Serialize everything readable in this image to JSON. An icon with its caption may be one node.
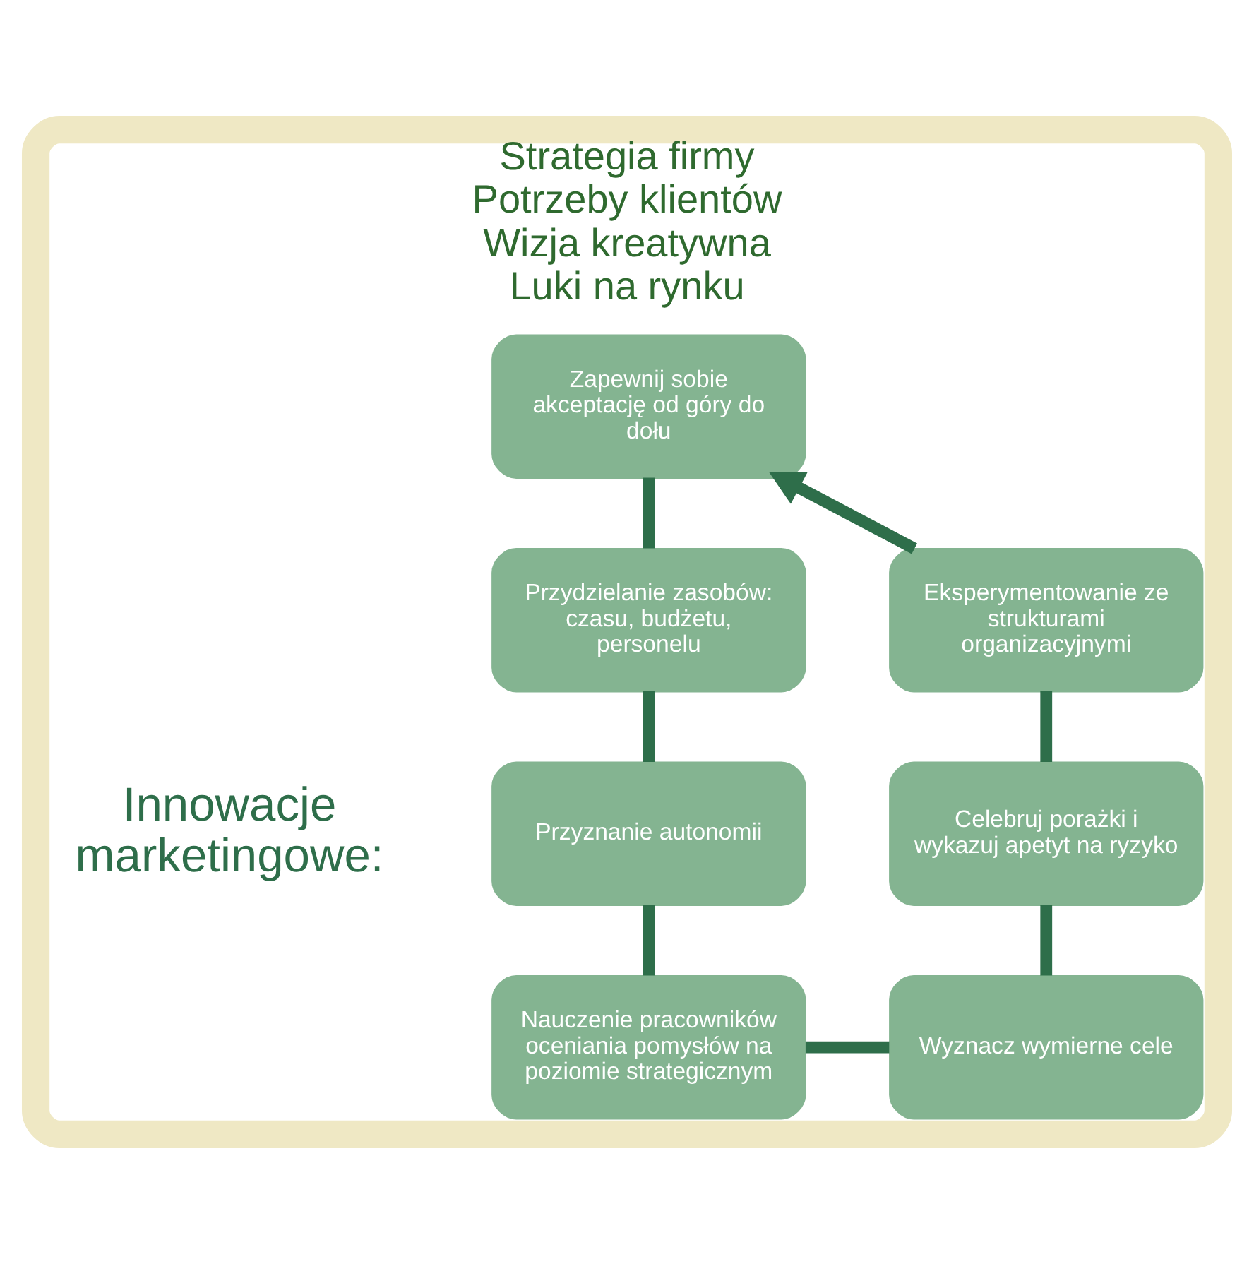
{
  "diagram": {
    "nodes": [
      {
        "text": [
          "Strategia firmy",
          "Potrzeby klientów",
          "Wizja kreatywna",
          "Luki na rynku"
        ]
      },
      {
        "text": [
          "Zapewnij sobie akceptację od góry do dołu"
        ],
        "in": 0
      },
      {
        "text": [
          "Przydzielanie zasobów: czasu, budżetu, personelu"
        ],
        "in": 0
      },
      {
        "text": [
          "Przyznanie autonomii"
        ],
        "in": 0
      },
      {
        "text": [
          "Nauczenie pracowników oceniania pomysłów na poziomie strategicznym"
        ],
        "in": 0
      },
      {
        "text": [
          "Wyznacz wymierne cele"
        ],
        "in": 0
      },
      {
        "text": [
          "Celebruj porażki i wykazuj apetyt na ryzyko"
        ],
        "in": 0
      },
      {
        "text": [
          "Eksperymentowanie ze strukturami organizacyjnymi"
        ],
        "in": 0
      }
    ],
    "edges": [
      {
        "from": 1,
        "to": 2,
        "arrow": "none"
      },
      {
        "from": 2,
        "to": 3,
        "arrow": "none"
      },
      {
        "from": 3,
        "to": 4,
        "arrow": "none"
      },
      {
        "from": 4,
        "to": 5,
        "arrow": "none"
      },
      {
        "from": 5,
        "to": 6,
        "arrow": "none"
      },
      {
        "from": 6,
        "to": 7,
        "arrow": "none"
      },
      {
        "from": 7,
        "to": 1,
        "arrow": "to"
      }
    ],
    "labels": [
      "Innowacje marketingowe:"
    ]
  }
}
